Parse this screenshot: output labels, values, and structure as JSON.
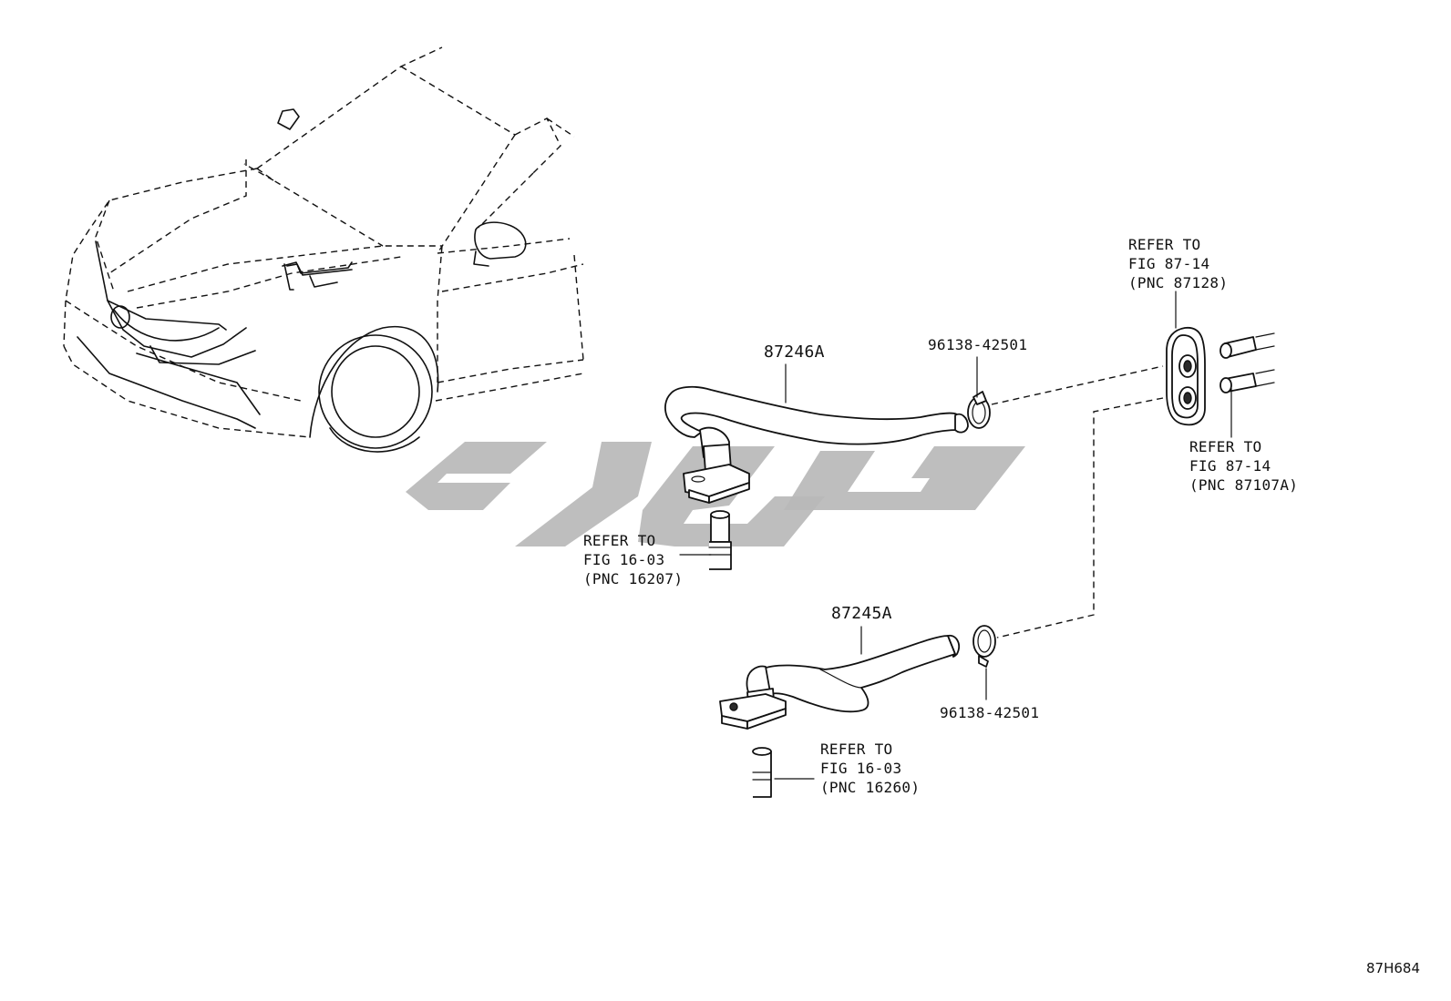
{
  "parts": {
    "hose_upper": "87246A",
    "hose_lower": "87245A",
    "clamp_upper": "96138-42501",
    "clamp_lower": "96138-42501"
  },
  "references": {
    "ref_87128": [
      "REFER TO",
      "FIG 87-14",
      "(PNC 87128)"
    ],
    "ref_87107A": [
      "REFER TO",
      "FIG 87-14",
      "(PNC 87107A)"
    ],
    "ref_16207": [
      "REFER TO",
      "FIG 16-03",
      "(PNC 16207)"
    ],
    "ref_16260": [
      "REFER TO",
      "FIG 16-03",
      "(PNC 16260)"
    ]
  },
  "figure_id": "87H684"
}
